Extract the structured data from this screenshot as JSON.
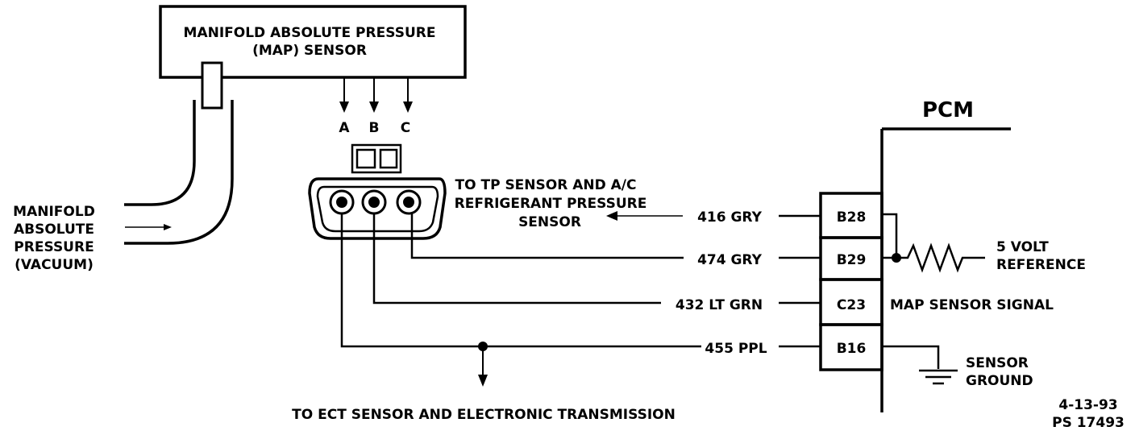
{
  "sensor": {
    "line1": "MANIFOLD ABSOLUTE PRESSURE",
    "line2": "(MAP) SENSOR"
  },
  "terminals": [
    "A",
    "B",
    "C"
  ],
  "vacuum": [
    "MANIFOLD",
    "ABSOLUTE",
    "PRESSURE",
    "(VACUUM)"
  ],
  "tp_note": [
    "TO TP SENSOR AND A/C",
    "REFRIGERANT PRESSURE",
    "SENSOR"
  ],
  "pcm": {
    "title": "PCM",
    "pins": [
      "B28",
      "B29",
      "C23",
      "B16"
    ]
  },
  "wires": [
    "416 GRY",
    "474 GRY",
    "432 LT GRN",
    "455 PPL"
  ],
  "right_labels": {
    "ref": [
      "5 VOLT",
      "REFERENCE"
    ],
    "signal": "MAP SENSOR SIGNAL",
    "ground": [
      "SENSOR",
      "GROUND"
    ]
  },
  "bottom_note": "TO ECT SENSOR AND ELECTRONIC TRANSMISSION",
  "figure_id": [
    "4-13-93",
    "PS 17493"
  ]
}
